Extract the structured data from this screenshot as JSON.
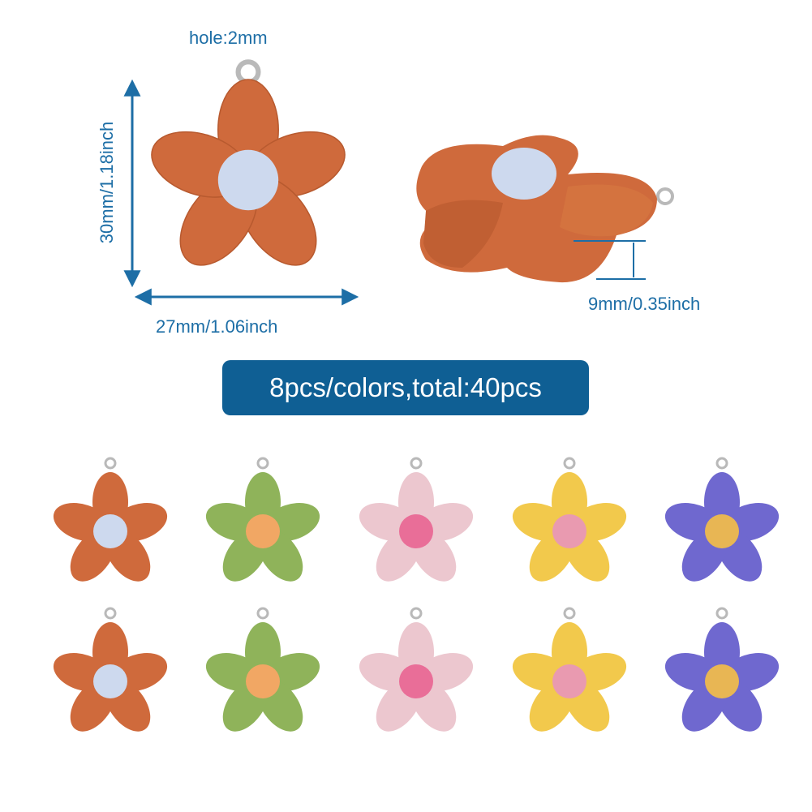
{
  "dimensions": {
    "hole": "hole:2mm",
    "height": "30mm/1.18inch",
    "width": "27mm/1.06inch",
    "thickness": "9mm/0.35inch"
  },
  "banner": {
    "text": "8pcs/colors,total:40pcs"
  },
  "colors": {
    "dimension_line": "#1d6ea6",
    "banner_bg": "#0f5f94",
    "banner_text": "#ffffff"
  },
  "variants": [
    {
      "name": "orange",
      "petal": "#cf6a3c",
      "center": "#cdd9ee"
    },
    {
      "name": "green",
      "petal": "#8fb35a",
      "center": "#f1a764"
    },
    {
      "name": "pink",
      "petal": "#ecc7cf",
      "center": "#e96e98"
    },
    {
      "name": "yellow",
      "petal": "#f2c94c",
      "center": "#e99ab0"
    },
    {
      "name": "purple",
      "petal": "#6f68cf",
      "center": "#e8b654"
    }
  ]
}
